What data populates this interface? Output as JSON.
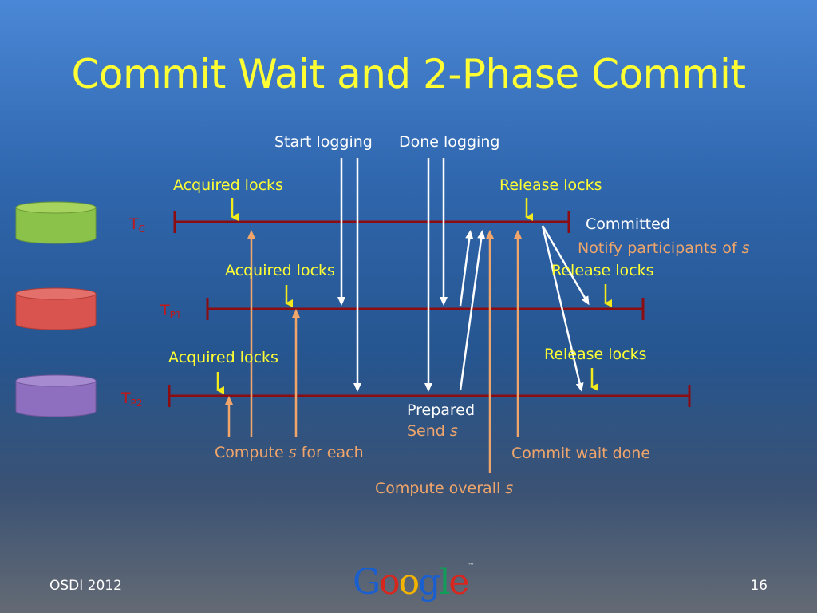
{
  "title": "Commit Wait and 2-Phase Commit",
  "labels": {
    "start_logging": "Start logging",
    "done_logging": "Done logging",
    "acquired_locks_c": "Acquired locks",
    "release_locks_c": "Release locks",
    "committed": "Committed",
    "notify_participants": "Notify participants of ",
    "notify_var": "s",
    "acquired_locks_p1": "Acquired locks",
    "release_locks_p1": "Release locks",
    "acquired_locks_p2": "Acquired locks",
    "release_locks_p2": "Release locks",
    "prepared": "Prepared",
    "send_s": "Send ",
    "send_var": "s",
    "compute_s_pre": "Compute ",
    "compute_s_var": "s",
    "compute_s_post": " for each",
    "commit_wait_done": "Commit wait done",
    "compute_overall_pre": "Compute overall ",
    "compute_overall_var": "s"
  },
  "timelines": {
    "tc": {
      "main": "T",
      "sub": "C"
    },
    "tp1": {
      "main": "T",
      "sub": "P1"
    },
    "tp2": {
      "main": "T",
      "sub": "P2"
    }
  },
  "footer": {
    "venue": "OSDI 2012",
    "page": "16",
    "logo_letters": [
      "G",
      "o",
      "o",
      "g",
      "l",
      "e"
    ],
    "logo_tm": "™"
  },
  "colors": {
    "title": "#ffff33",
    "timeline": "#8b0d12",
    "lock_arrow": "#f2ea1a",
    "white_arrow": "#ffffff",
    "orange_arrow": "#f0a56a",
    "db_green": "#8bc34a",
    "db_red": "#d9534f",
    "db_purple": "#8e6fbf"
  }
}
